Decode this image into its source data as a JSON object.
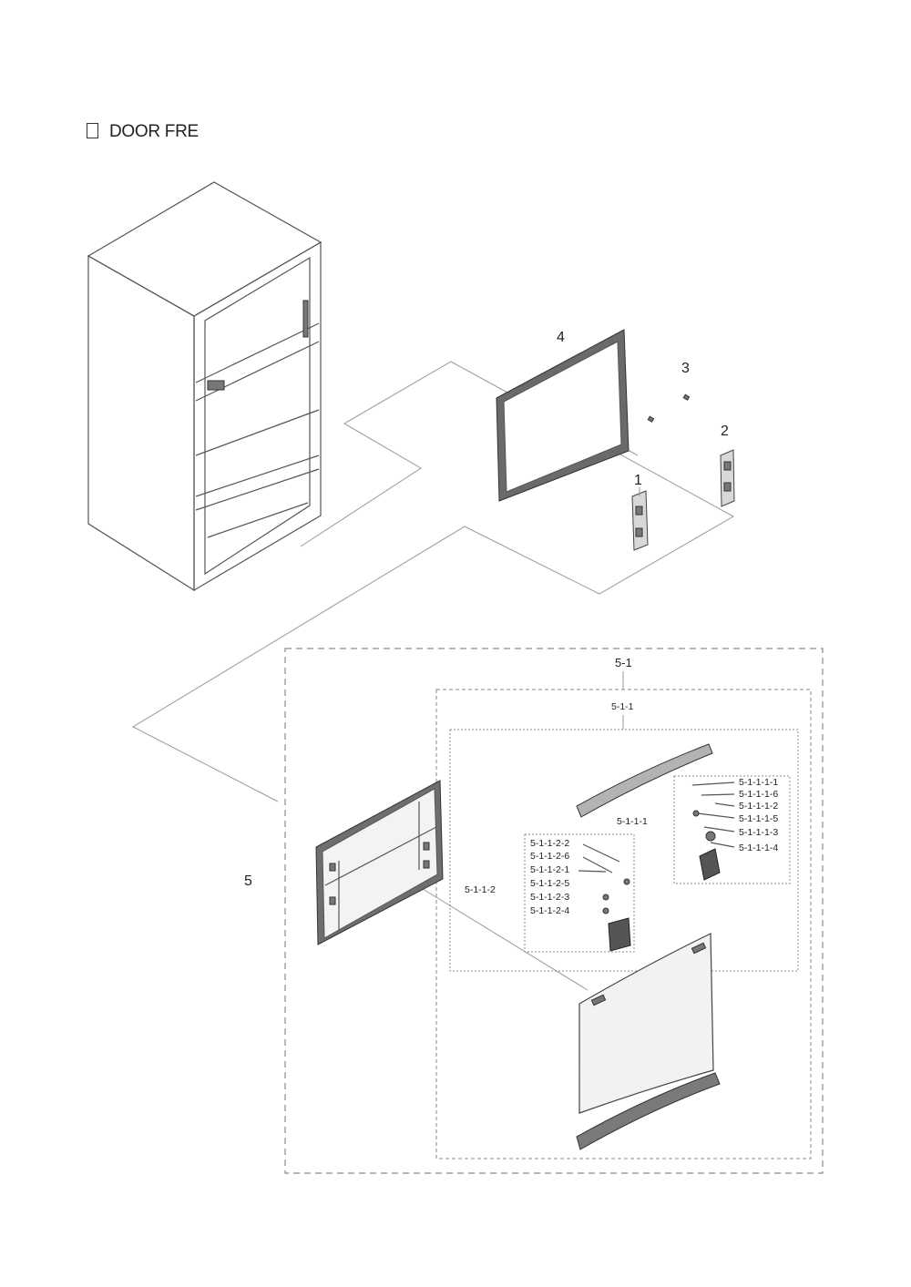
{
  "title": "DOOR FRE",
  "callouts": {
    "c1": "1",
    "c2": "2",
    "c3": "3",
    "c4": "4",
    "c5": "5",
    "c5_1": "5-1",
    "c5_1_1": "5-1-1",
    "c5_1_1_1": "5-1-1-1",
    "c5_1_1_2": "5-1-1-2"
  },
  "right_hinge_parts": [
    "5-1-1-1-1",
    "5-1-1-1-6",
    "5-1-1-1-2",
    "5-1-1-1-5",
    "5-1-1-1-3",
    "5-1-1-1-4"
  ],
  "left_hinge_parts": [
    "5-1-1-2-2",
    "5-1-1-2-6",
    "5-1-1-2-1",
    "5-1-1-2-5",
    "5-1-1-2-3",
    "5-1-1-2-4"
  ]
}
